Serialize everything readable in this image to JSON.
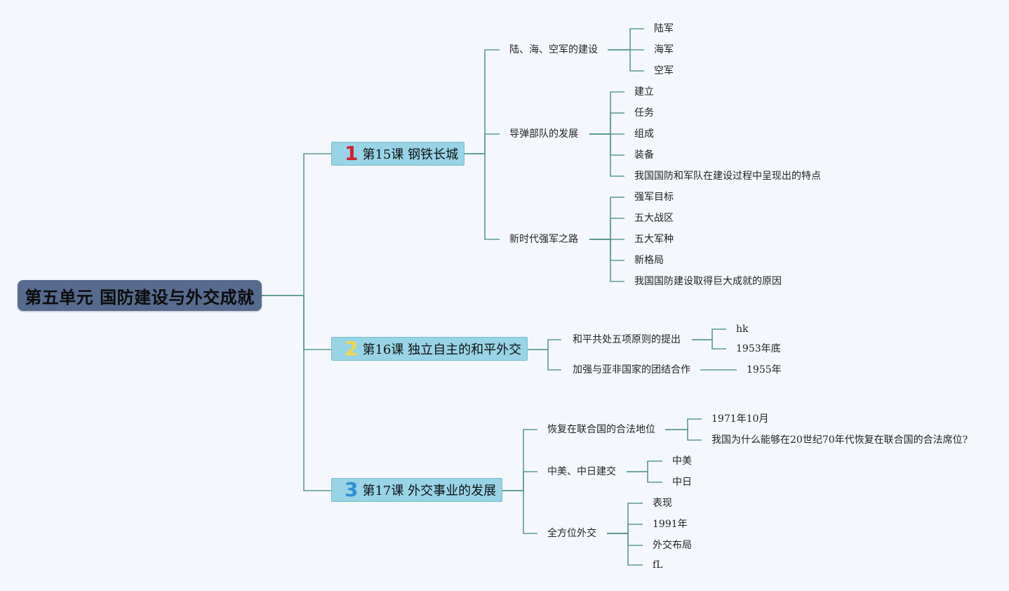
{
  "root": {
    "title": "第五单元 国防建设与外交成就"
  },
  "lessons": [
    {
      "number": "1",
      "number_color": "#d0202e",
      "title": "第15课 钢铁长城",
      "topics": [
        {
          "label": "陆、海、空军的建设",
          "children": [
            "陆军",
            "海军",
            "空军"
          ]
        },
        {
          "label": "导弹部队的发展",
          "children": [
            "建立",
            "任务",
            "组成",
            "装备",
            "我国国防和军队在建设过程中呈现出的特点"
          ]
        },
        {
          "label": "新时代强军之路",
          "children": [
            "强军目标",
            "五大战区",
            "五大军种",
            "新格局",
            "我国国防建设取得巨大成就的原因"
          ]
        }
      ]
    },
    {
      "number": "2",
      "number_color": "#f2d64b",
      "title": "第16课 独立自主的和平外交",
      "topics": [
        {
          "label": "和平共处五项原则的提出",
          "children": [
            "hk",
            "1953年底"
          ]
        },
        {
          "label": "加强与亚非国家的团结合作",
          "children": [
            "1955年"
          ]
        }
      ]
    },
    {
      "number": "3",
      "number_color": "#2f8fd4",
      "title": "第17课 外交事业的发展",
      "topics": [
        {
          "label": "恢复在联合国的合法地位",
          "children": [
            "1971年10月",
            "我国为什么能够在20世纪70年代恢复在联合国的合法席位?"
          ]
        },
        {
          "label": "中美、中日建交",
          "children": [
            "中美",
            "中日"
          ]
        },
        {
          "label": "全方位外交",
          "children": [
            "表现",
            "1991年",
            "外交布局",
            "fL"
          ]
        }
      ]
    }
  ],
  "colors": {
    "connector": "#5a9a8e",
    "root_fill": "#566c8e",
    "lesson_fill": "#98d4e6",
    "background": "#f4f8fd"
  }
}
